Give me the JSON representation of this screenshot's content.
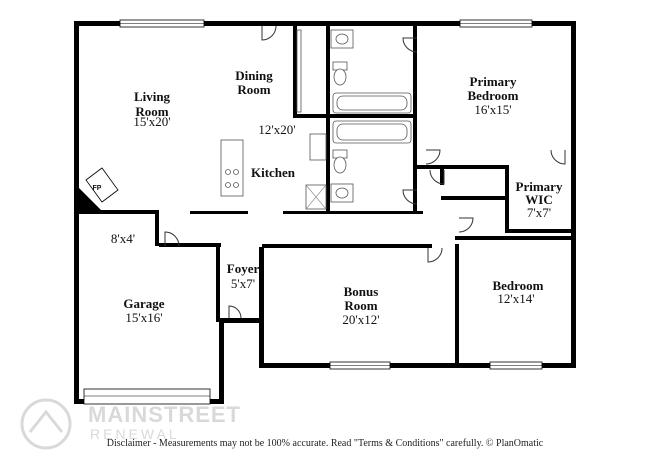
{
  "rooms": {
    "living": {
      "name": "Living\nRoom",
      "dim": "15'x20'"
    },
    "dining": {
      "name": "Dining\nRoom",
      "dim": ""
    },
    "kitchen": {
      "name": "Kitchen",
      "dim": "12'x20'"
    },
    "primary_bedroom": {
      "name": "Primary\nBedroom",
      "dim": "16'x15'"
    },
    "primary_wic": {
      "name": "Primary\nWIC",
      "dim": "7'x7'"
    },
    "bedroom": {
      "name": "Bedroom",
      "dim": "12'x14'"
    },
    "bonus": {
      "name": "Bonus\nRoom",
      "dim": "20'x12'"
    },
    "foyer": {
      "name": "Foyer",
      "dim": "5'x7'"
    },
    "garage": {
      "name": "Garage",
      "dim": "15'x16'"
    },
    "hall": {
      "name": "",
      "dim": "8'x4'"
    }
  },
  "fireplace_label": "FP",
  "watermark": {
    "line1": "MAINSTREET",
    "line2": "RENEWAL"
  },
  "disclaimer": "Disclaimer - Measurements may not be 100% accurate. Read \"Terms & Conditions\" carefully. © PlanOmatic"
}
